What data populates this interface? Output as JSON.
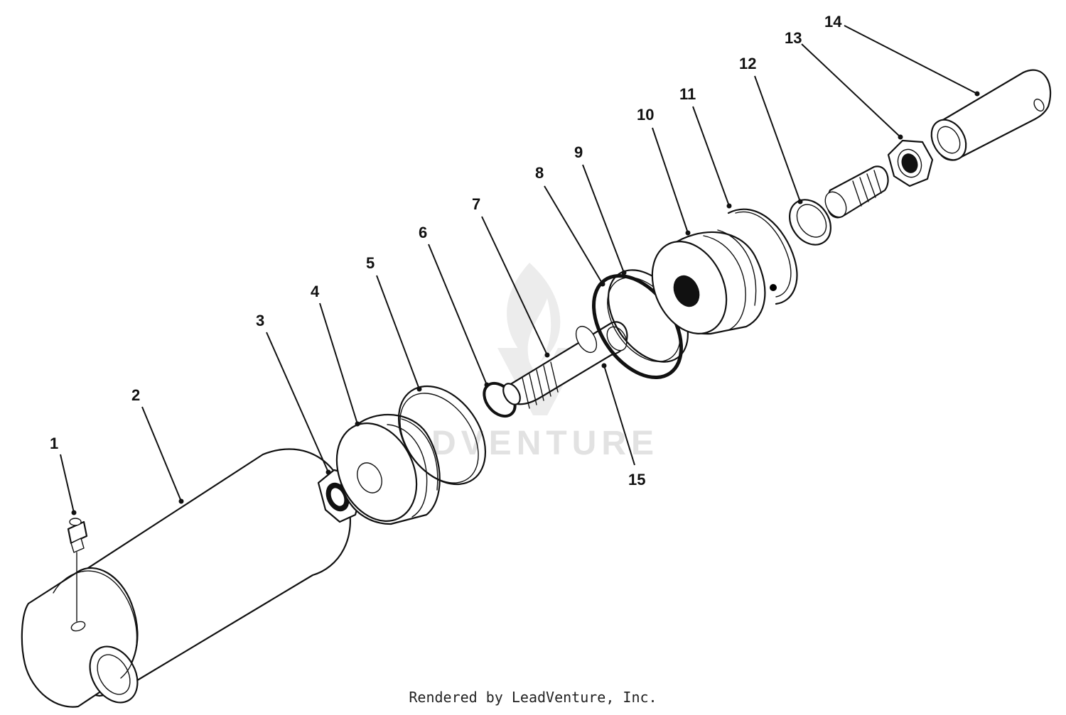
{
  "diagram": {
    "watermark": "LEADVENTURE",
    "credit": "Rendered by LeadVenture, Inc.",
    "callouts": [
      "1",
      "2",
      "3",
      "4",
      "5",
      "6",
      "7",
      "8",
      "9",
      "10",
      "11",
      "12",
      "13",
      "14",
      "15"
    ]
  }
}
